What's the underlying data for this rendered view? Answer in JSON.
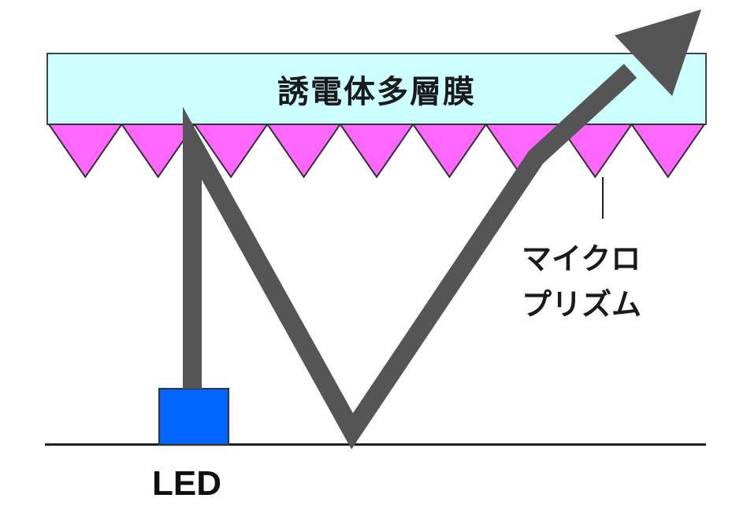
{
  "labels": {
    "film": "誘電体多層膜",
    "microprism_line1": "マイクロ",
    "microprism_line2": "プリズム",
    "led": "LED"
  },
  "colors": {
    "film_fill": "#ccffff",
    "prism_fill": "#ff66ff",
    "led_fill": "#0066ff",
    "light_path": "#555555",
    "ground_line": "#111111"
  },
  "diagram": {
    "prism_count": 9
  }
}
